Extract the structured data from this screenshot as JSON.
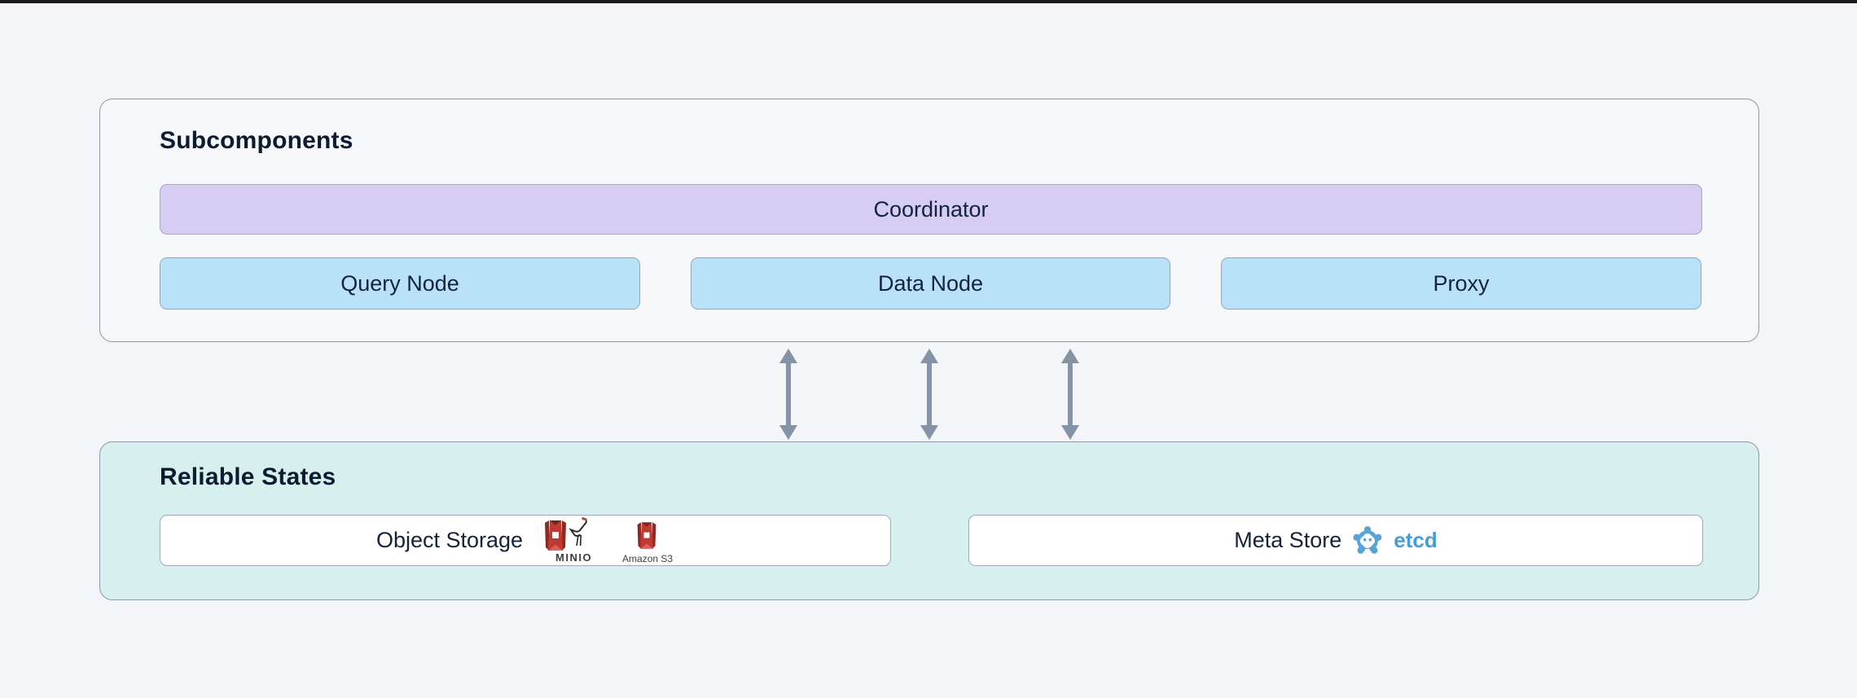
{
  "page": {
    "top_bar_color": "#1a1a1a",
    "background_color": "#f3f5f8"
  },
  "subcomponents": {
    "title": "Subcomponents",
    "coordinator": {
      "label": "Coordinator",
      "fill_color": "#d7cdf2"
    },
    "nodes": [
      {
        "label": "Query Node"
      },
      {
        "label": "Data Node"
      },
      {
        "label": "Proxy"
      }
    ],
    "node_fill_color": "#b9e2f9"
  },
  "connections": {
    "arrow_count": 3,
    "style": "double-headed-vertical",
    "color": "#8593a6"
  },
  "reliable_states": {
    "title": "Reliable States",
    "fill_color": "#d6f0ee",
    "object_storage": {
      "label": "Object Storage",
      "logos": [
        {
          "icon": "minio-icon",
          "caption": "MINIO",
          "color": "#c13a31"
        },
        {
          "icon": "amazon-s3-icon",
          "caption": "Amazon S3",
          "color": "#c13a31"
        }
      ]
    },
    "meta_store": {
      "label": "Meta Store",
      "logo": {
        "icon": "etcd-icon",
        "caption": "etcd",
        "color": "#419eda"
      }
    }
  }
}
